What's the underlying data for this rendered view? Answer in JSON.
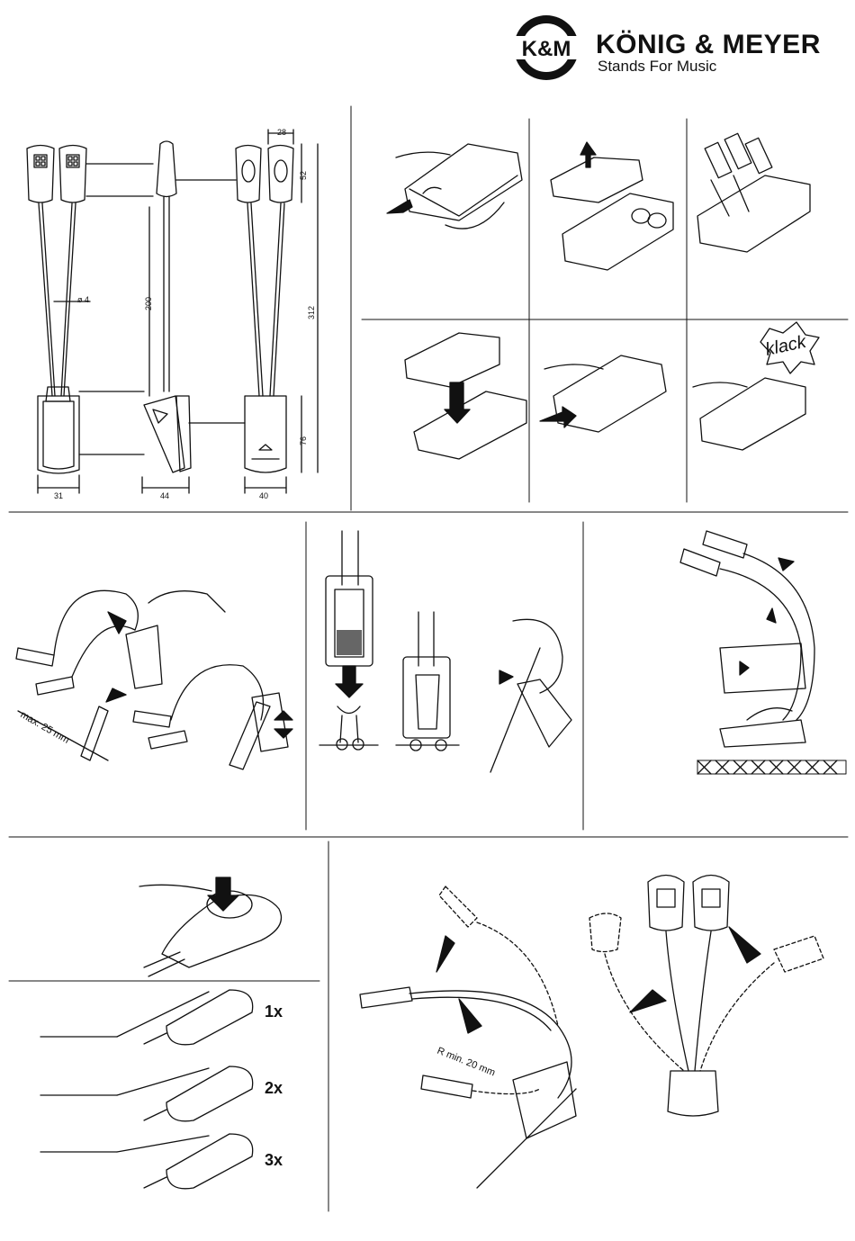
{
  "header": {
    "logo_abbrev": "K&M",
    "brand_name": "KÖNIG & MEYER",
    "tagline": "Stands For Music"
  },
  "dimensions": {
    "d28": "28",
    "d52": "52",
    "d312": "312",
    "d200": "200",
    "d4": "ø 4",
    "d76": "76",
    "d31": "31",
    "d44": "44",
    "d40": "40"
  },
  "battery_steps": {
    "klack_label": "klack"
  },
  "clip_section": {
    "max_thickness": "max. 25 mm"
  },
  "bend_section": {
    "min_radius": "R min. 20 mm"
  },
  "switch_section": {
    "press_1": "1x",
    "press_2": "2x",
    "press_3": "3x"
  }
}
